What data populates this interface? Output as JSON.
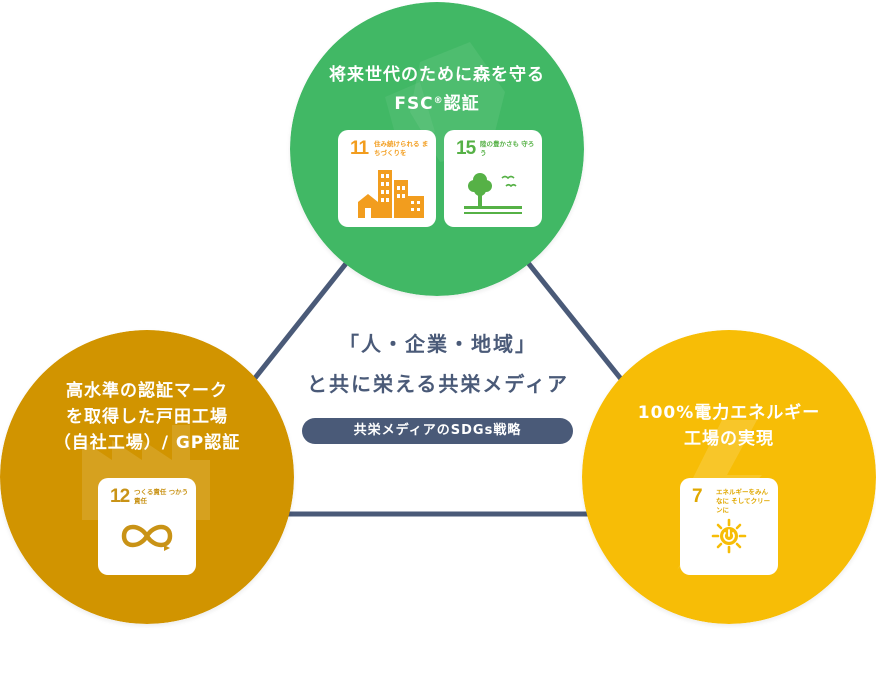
{
  "colors": {
    "green": "#41b865",
    "orange": "#d19400",
    "yellow": "#f7bd06",
    "navy": "#4a5a78",
    "sdg11": "#f29d1e",
    "sdg15": "#56b146",
    "sdg12": "#c99316",
    "sdg7": "#f7bd06"
  },
  "center": {
    "title_line1": "「人・企業・地域」",
    "title_line2": "と共に栄える共栄メディア",
    "badge": "共栄メディアのSDGs戦略"
  },
  "nodes": {
    "fsc": {
      "title_line1": "将来世代のために森を守る",
      "title_line2_prefix": "FSC",
      "title_line2_sup": "®",
      "title_line2_suffix": "認証",
      "cards": [
        {
          "number": "11",
          "text": "住み続けられる まちづくりを",
          "icon": "city-buildings-icon"
        },
        {
          "number": "15",
          "text": "陸の豊かさも 守ろう",
          "icon": "tree-birds-icon"
        }
      ]
    },
    "gp": {
      "title_line1": "高水準の認証マーク",
      "title_line2": "を取得した戸田工場",
      "title_line3": "（自社工場）/ GP認証",
      "cards": [
        {
          "number": "12",
          "text": "つくる責任 つかう責任",
          "icon": "infinity-icon"
        }
      ]
    },
    "energy": {
      "title_line1": "100%電力エネルギー",
      "title_line2": "工場の実現",
      "cards": [
        {
          "number": "7",
          "text": "エネルギーをみんなに そしてクリーンに",
          "icon": "sun-power-icon"
        }
      ]
    }
  }
}
